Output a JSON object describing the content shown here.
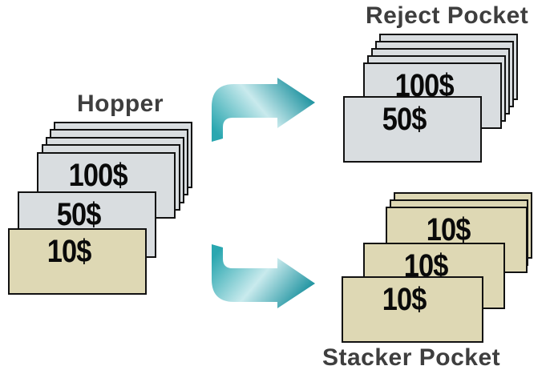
{
  "colors": {
    "background": "#ffffff",
    "gray_note": "#d9dde0",
    "tan_note": "#ded8b4",
    "note_border": "#111111",
    "note_text": "#0a0a0a",
    "label_text": "#3e3e3e",
    "arrow_dark_a": "#2aa7b0",
    "arrow_light": "#c9eaed",
    "arrow_dark_b": "#0d8a98"
  },
  "icons": {
    "to_reject_arrow": "curved-right-arrow",
    "to_stacker_arrow": "curved-right-arrow"
  },
  "hopper": {
    "label": "Hopper",
    "back_note_count": 4,
    "notes": [
      {
        "value": "100$",
        "style": "gray"
      },
      {
        "value": "50$",
        "style": "gray"
      },
      {
        "value": "10$",
        "style": "tan"
      }
    ]
  },
  "reject_pocket": {
    "label": "Reject Pocket",
    "back_note_count": 4,
    "notes": [
      {
        "value": "100$",
        "style": "gray"
      },
      {
        "value": "50$",
        "style": "gray"
      }
    ]
  },
  "stacker_pocket": {
    "label": "Stacker Pocket",
    "back_note_count": 2,
    "notes": [
      {
        "value": "10$",
        "style": "tan"
      },
      {
        "value": "10$",
        "style": "tan"
      },
      {
        "value": "10$",
        "style": "tan"
      }
    ]
  }
}
